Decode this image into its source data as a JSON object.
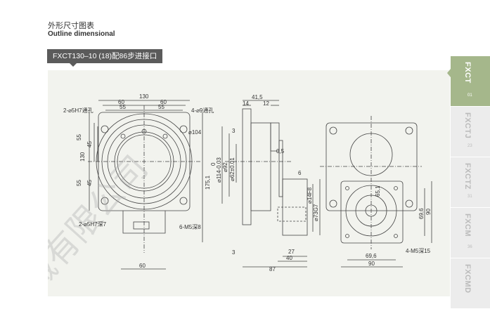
{
  "header": {
    "title_cn": "外形尺寸图表",
    "title_en": "Outline dimensional",
    "model_tag": "FXCT130–10 (18)配86步进接口"
  },
  "watermark": "机械有限公司",
  "drawing": {
    "front": {
      "d130": "130",
      "d60a": "60",
      "d60b": "60",
      "d55a": "55",
      "d55b": "55",
      "hole1": "2-⌀5H7通孔",
      "hole2": "4-⌀9通孔",
      "dia104": "⌀104",
      "v55": "55",
      "v45": "45",
      "v130": "130",
      "v55b": "55",
      "v45b": "45",
      "v175": "175,1",
      "pin": "2-⌀5H7深7",
      "thread": "6-M5深8",
      "w60": "60"
    },
    "side": {
      "d41": "41,5",
      "d14": "14",
      "d12": "12",
      "d3": "3",
      "d05": "0,5",
      "d114": "⌀114-0.03",
      "d0": "0",
      "d92": "⌀92",
      "d62": "⌀62±0.01",
      "d6": "6",
      "d14f8": "⌀14F8",
      "d73": "⌀73G7",
      "d3b": "3",
      "d27": "27",
      "d40": "40",
      "d87": "87"
    },
    "rear": {
      "d65": "65,1",
      "d696v": "69,6",
      "d90v": "90",
      "thread": "4-M5深15",
      "d696h": "69,6",
      "d90h": "90"
    }
  },
  "sidebar": {
    "tabs": [
      {
        "label": "FXCT",
        "num": "01"
      },
      {
        "label": "FXCTJ",
        "num": "23"
      },
      {
        "label": "FXCTZ",
        "num": "31"
      },
      {
        "label": "FXCM",
        "num": "36"
      },
      {
        "label": "FXCMD",
        "num": ""
      }
    ]
  },
  "colors": {
    "accent": "#a5b78b",
    "tag": "#5b5b5b",
    "panel": "#f2f3ee"
  }
}
